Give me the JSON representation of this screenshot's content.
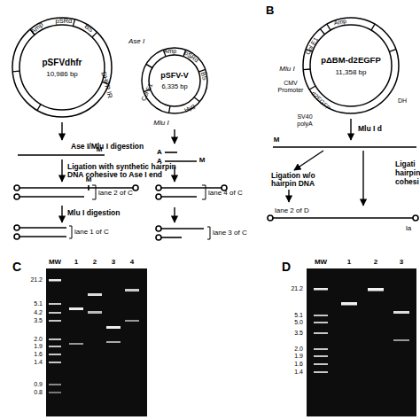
{
  "diagram": {
    "nodes": [
      {
        "text": [
          "pSFVdhfr",
          "10,986 bp",
          "Amp",
          "pSRα",
          "BS",
          "DHFR IR"
        ]
      },
      {
        "text": [
          "pSFV-V",
          "6,335 bp",
          "Ase I",
          "Amp",
          "pSRα",
          "BS",
          "Col E1",
          "Hyg",
          "Mlu I"
        ]
      },
      {
        "text": [
          "pΔBM-d2EGFP",
          "11,358 bp",
          "Amp",
          "Col E1",
          "Mlu I",
          "CMV Promoter",
          "d2EGFP",
          "SV40 polyA",
          "DH"
        ]
      }
    ],
    "labels": [
      "Ase I/Mlu I digestion",
      "M",
      "A",
      "A",
      "M",
      "Ligation with synthetic hairpin DNA cohesive to Ase I end",
      "M",
      "lane 2 of C",
      "lane 4 of C",
      "Mlu I digestion",
      "lane 1 of C",
      "lane 3 of C",
      "B",
      "Mlu I d",
      "M",
      "Ligation w/o hairpin DNA",
      "lane 2 of D",
      "Ligati",
      "hairpin",
      "cohesi",
      "la",
      "C",
      "MW",
      "1",
      "2",
      "3",
      "4",
      "21.2",
      "5.1",
      "4.2",
      "3.5",
      "2.0",
      "1.9",
      "1.6",
      "1.4",
      "0.9",
      "0.8",
      "D",
      "MW",
      "1",
      "2",
      "3",
      "21.2",
      "5.1",
      "5.0",
      "3.5",
      "2.0",
      "1.9",
      "1.6",
      "1.4"
    ]
  }
}
